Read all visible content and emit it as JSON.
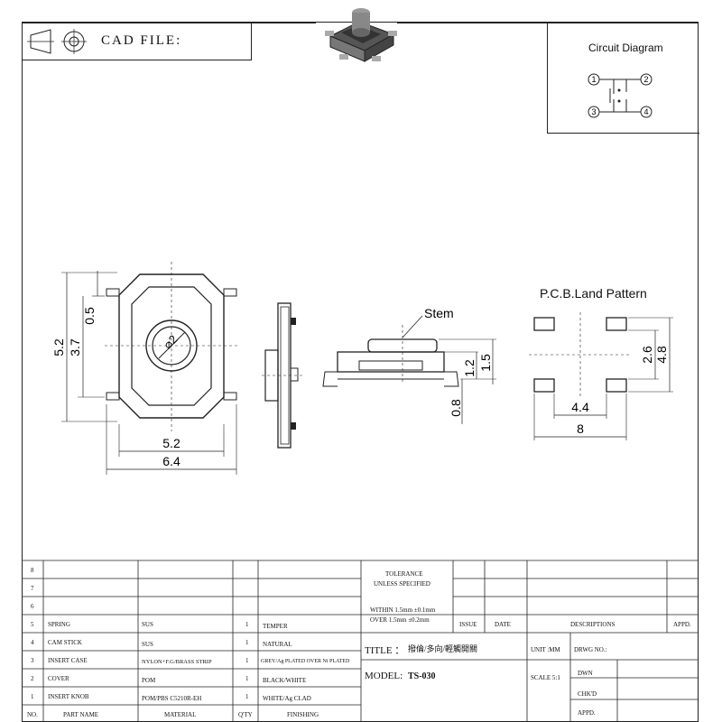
{
  "header": {
    "cad_label": "CAD FILE:"
  },
  "circuit_diagram": {
    "title": "Circuit Diagram",
    "pins": [
      "1",
      "2",
      "3",
      "4"
    ]
  },
  "drawing": {
    "front_dims": {
      "height_outer": "5.2",
      "height_inner": "3.7",
      "offset": "0.5",
      "width_inner": "5.2",
      "width_outer": "6.4",
      "diameter": "⌀2"
    },
    "side_label": "Stem",
    "side_dims": {
      "d1": "1.2",
      "d2": "1.5",
      "d3": "0.8"
    },
    "pcb_title": "P.C.B.Land Pattern",
    "pcb_dims": {
      "h1": "2.6",
      "h2": "4.8",
      "w1": "4.4",
      "w2": "8"
    }
  },
  "title_block": {
    "row_numbers": [
      "8",
      "7",
      "6",
      "5",
      "4",
      "3",
      "2",
      "1"
    ],
    "bom": [
      {
        "no": "5",
        "part": "SPRING",
        "material": "SUS",
        "qty": "1",
        "finish": "TEMPER"
      },
      {
        "no": "4",
        "part": "CAM STICK",
        "material": "SUS",
        "qty": "1",
        "finish": "NATURAL"
      },
      {
        "no": "3",
        "part": "INSERT CASE",
        "material": "NYLON+F.G/BRASS STRIP",
        "qty": "1",
        "finish": "GREY/Ag PLATED OVER Ni PLATED"
      },
      {
        "no": "2",
        "part": "COVER",
        "material": "POM",
        "qty": "1",
        "finish": "BLACK/WHITE"
      },
      {
        "no": "1",
        "part": "INSERT KNOB",
        "material": "POM/PBS C5210R-EH",
        "qty": "1",
        "finish": "WHITE/Ag CLAD"
      }
    ],
    "headers": {
      "no": "NO.",
      "part": "PART   NAME",
      "material": "MATERIAL",
      "qty": "Q'TY",
      "finish": "FINISHING"
    },
    "tolerance_1": "TOLERANCE",
    "tolerance_2": "UNLESS  SPECIFIED",
    "within": "WITHIN 1.5mm ±0.1mm",
    "over": "OVER   1.5mm ±0.2mm",
    "issue": "ISSUE",
    "date": "DATE",
    "descriptions": "DESCRIPTIONS",
    "appd": "APPD.",
    "title_label": "TITLE ：",
    "title_value": "撥倫/多向/輕觸開關",
    "unit": "UNIT :MM",
    "drwg_no": "DRWG NO.:",
    "model_label": "MODEL:",
    "model_value": "TS-030",
    "scale": "SCALE 5:1",
    "dwn": "DWN",
    "chkd": "CHK'D",
    "appd2": "APPD."
  }
}
